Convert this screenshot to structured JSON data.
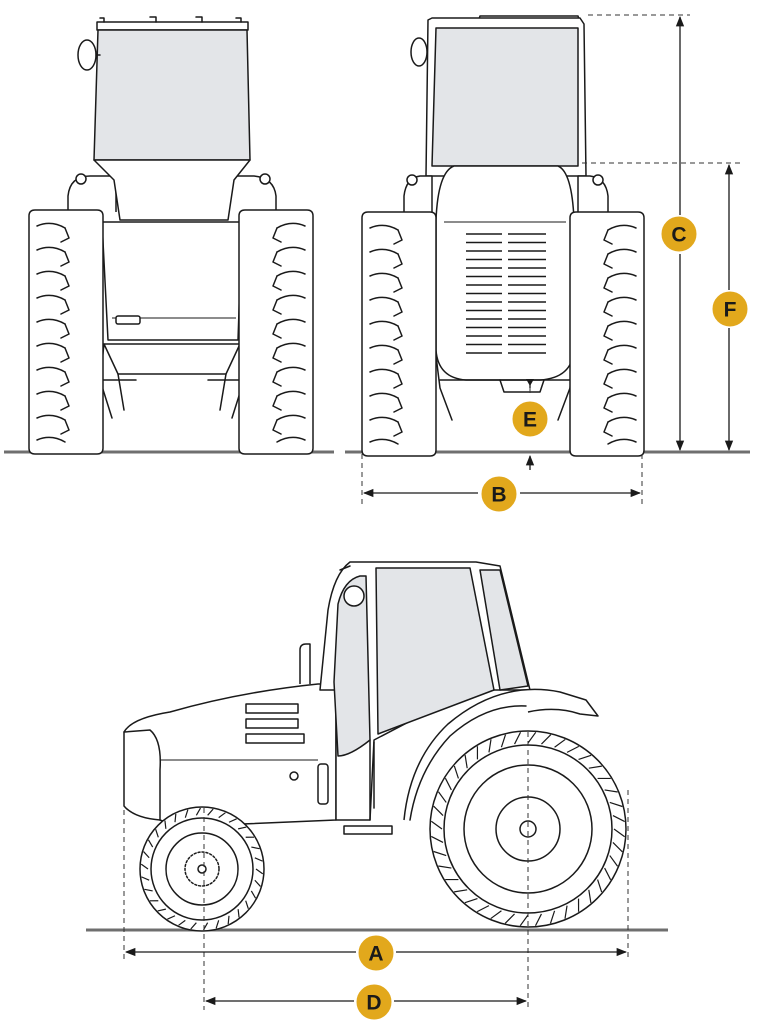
{
  "labels": {
    "A": "A",
    "B": "B",
    "C": "C",
    "D": "D",
    "E": "E",
    "F": "F"
  },
  "colors": {
    "badge": "#e2a81c",
    "glass": "#e3e5e8",
    "ground": "#6f6f6f",
    "line": "#1a1a1a"
  },
  "views": [
    "rear-view",
    "front-view",
    "side-view"
  ]
}
